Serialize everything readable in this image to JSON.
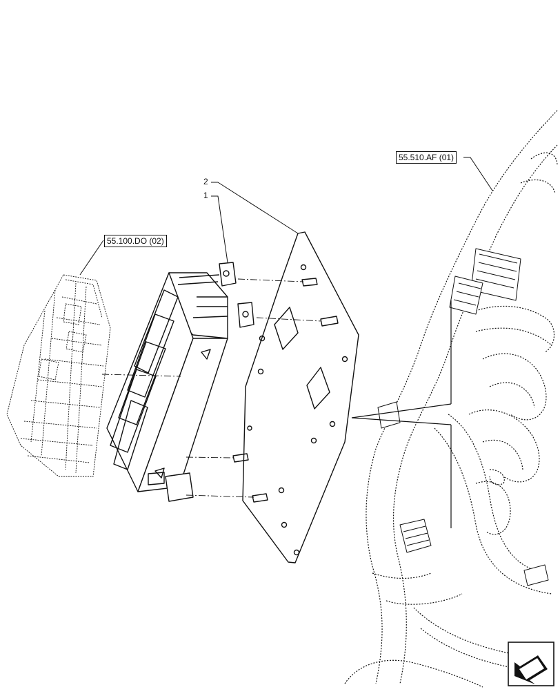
{
  "diagram": {
    "callouts": {
      "item_1": "1",
      "item_2": "2"
    },
    "references": {
      "harness_ref": "55.510.AF (01)",
      "connector_ref": "55.100.DO (02)"
    },
    "nav_icon": "next-page-arrow-icon",
    "colors": {
      "line": "#111111",
      "background": "#ffffff"
    }
  }
}
